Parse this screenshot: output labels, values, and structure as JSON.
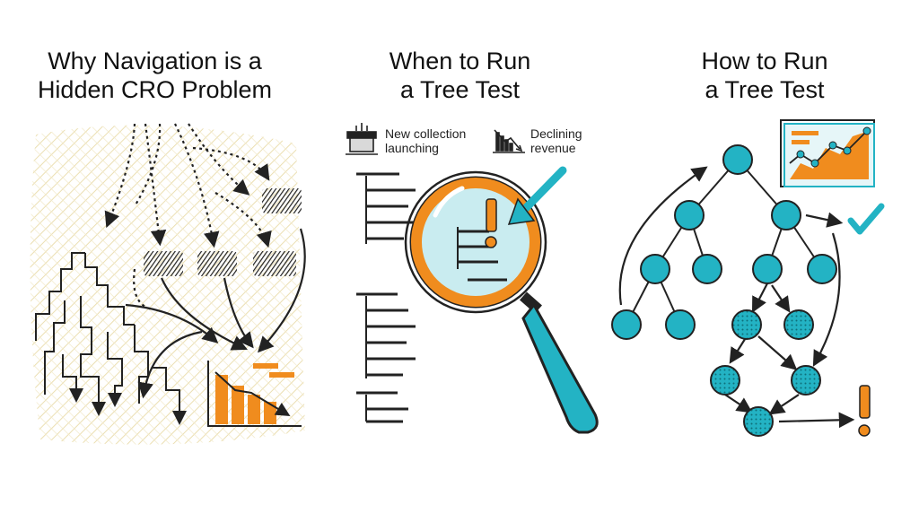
{
  "panels": [
    {
      "title_line1": "Why Navigation is a",
      "title_line2": "Hidden CRO Problem"
    },
    {
      "title_line1": "When to Run",
      "title_line2": "a Tree Test",
      "labels": [
        {
          "icon": "box-launch-icon",
          "line1": "New collection",
          "line2": "launching"
        },
        {
          "icon": "declining-chart-icon",
          "line1": "Declining",
          "line2": "revenue"
        }
      ]
    },
    {
      "title_line1": "How to Run",
      "title_line2": "a Tree Test"
    }
  ],
  "colors": {
    "accent_orange": "#f08c1e",
    "accent_teal": "#23b3c4",
    "ink": "#1a1a1a",
    "hatch": "#efe3b8"
  }
}
